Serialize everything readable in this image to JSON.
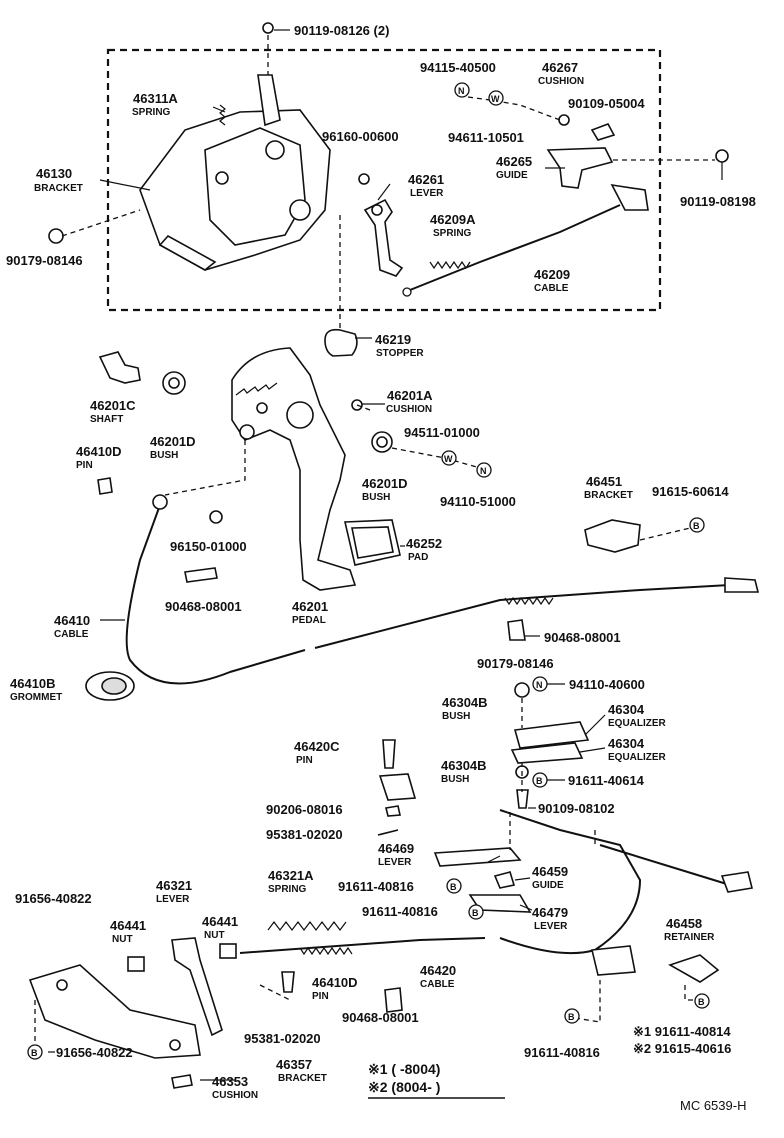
{
  "labels": {
    "bolt_top": {
      "part": "90119-08126 (2)"
    },
    "n1": {
      "part": "94115-40500"
    },
    "w1": {
      "part": "94611-10501"
    },
    "cushion_46267": {
      "part": "46267",
      "name": "CUSHION"
    },
    "bolt_05004": {
      "part": "90109-05004"
    },
    "spring_46311a": {
      "part": "46311A",
      "name": "SPRING"
    },
    "clip_96160": {
      "part": "96160-00600"
    },
    "bracket_46130": {
      "part": "46130",
      "name": "BRACKET"
    },
    "lever_46261": {
      "part": "46261",
      "name": "LEVER"
    },
    "guide_46265": {
      "part": "46265",
      "name": "GUIDE"
    },
    "bolt_08198": {
      "part": "90119-08198"
    },
    "spring_46209a": {
      "part": "46209A",
      "name": "SPRING"
    },
    "nut_08146_top": {
      "part": "90179-08146"
    },
    "cable_46209": {
      "part": "46209",
      "name": "CABLE"
    },
    "stopper_46219": {
      "part": "46219",
      "name": "STOPPER"
    },
    "shaft_46201c": {
      "part": "46201C",
      "name": "SHAFT"
    },
    "bush_46201d_l": {
      "part": "46201D",
      "name": "BUSH"
    },
    "cushion_46201a": {
      "part": "46201A",
      "name": "CUSHION"
    },
    "w_94511": {
      "part": "94511-01000"
    },
    "pin_46410d_top": {
      "part": "46410D",
      "name": "PIN"
    },
    "bush_46201d_r": {
      "part": "46201D",
      "name": "BUSH"
    },
    "n_94110_51000": {
      "part": "94110-51000"
    },
    "bracket_46451": {
      "part": "46451",
      "name": "BRACKET"
    },
    "bolt_91615_60614": {
      "part": "91615-60614"
    },
    "clip_96150": {
      "part": "96150-01000"
    },
    "pad_46252": {
      "part": "46252",
      "name": "PAD"
    },
    "clip_90468_l": {
      "part": "90468-08001"
    },
    "pedal_46201": {
      "part": "46201",
      "name": "PEDAL"
    },
    "cable_46410": {
      "part": "46410",
      "name": "CABLE"
    },
    "clip_90468_r": {
      "part": "90468-08001"
    },
    "grommet_46410b": {
      "part": "46410B",
      "name": "GROMMET"
    },
    "nut_08146_mid": {
      "part": "90179-08146"
    },
    "n_94110_40600": {
      "part": "94110-40600"
    },
    "bush_46304b_top": {
      "part": "46304B",
      "name": "BUSH"
    },
    "equalizer_top": {
      "part": "46304",
      "name": "EQUALIZER"
    },
    "pin_46420c": {
      "part": "46420C",
      "name": "PIN"
    },
    "equalizer_bot": {
      "part": "46304",
      "name": "EQUALIZER"
    },
    "bush_46304b_bot": {
      "part": "46304B",
      "name": "BUSH"
    },
    "bolt_91611_40614": {
      "part": "91611-40614"
    },
    "pin_90206": {
      "part": "90206-08016"
    },
    "bolt_90109_08102": {
      "part": "90109-08102"
    },
    "cotter_95381_top": {
      "part": "95381-02020"
    },
    "lever_46469": {
      "part": "46469",
      "name": "LEVER"
    },
    "guide_46459": {
      "part": "46459",
      "name": "GUIDE"
    },
    "bolt_91611_40816_a": {
      "part": "91611-40816"
    },
    "bolt_91656_40822_top": {
      "part": "91656-40822"
    },
    "lever_46321": {
      "part": "46321",
      "name": "LEVER"
    },
    "spring_46321a": {
      "part": "46321A",
      "name": "SPRING"
    },
    "bolt_91611_40816_b": {
      "part": "91611-40816"
    },
    "lever_46479": {
      "part": "46479",
      "name": "LEVER"
    },
    "nut_46441_l": {
      "part": "46441",
      "name": "NUT"
    },
    "nut_46441_r": {
      "part": "46441",
      "name": "NUT"
    },
    "retainer_46458": {
      "part": "46458",
      "name": "RETAINER"
    },
    "cable_46420": {
      "part": "46420",
      "name": "CABLE"
    },
    "pin_46410d_bot": {
      "part": "46410D",
      "name": "PIN"
    },
    "clip_90468_bot": {
      "part": "90468-08001"
    },
    "cotter_95381_bot": {
      "part": "95381-02020"
    },
    "bolt_91656_40822_bot": {
      "part": "91656-40822"
    },
    "bolt_91611_40816_c": {
      "part": "91611-40816"
    },
    "bolt_91611_40814": {
      "part": "※1 91611-40814"
    },
    "bolt_91615_40616": {
      "part": "※2 91615-40616"
    },
    "bracket_46357": {
      "part": "46357",
      "name": "BRACKET"
    },
    "cushion_46353": {
      "part": "46353",
      "name": "CUSHION"
    }
  },
  "symbols": {
    "nut": "N",
    "washer": "W",
    "bolt": "B"
  },
  "legend": {
    "row1": "※1 (        -8004)",
    "row2": "※2 (8004-        )"
  },
  "footer": {
    "code": "MC  6539-H"
  }
}
